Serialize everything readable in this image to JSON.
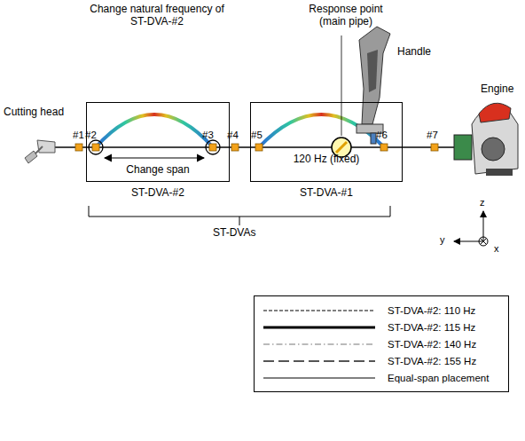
{
  "diagram": {
    "nodes": [
      {
        "text": [
          "Change span",
          "ST-DVA-#2"
        ]
      },
      {
        "text": [
          "120 Hz (fixed)",
          "ST-DVA-#1"
        ]
      }
    ],
    "labels": [
      "Response point (main pipe)",
      "Change natural frequency of ST-DVA-#2",
      "Handle",
      "Cutting head",
      "Engine",
      "#1",
      "#2",
      "#3",
      "#4",
      "#5",
      "#6",
      "#7",
      "ST-DVAs",
      "z",
      "y",
      "x"
    ],
    "legend": [
      {
        "text": "ST-DVA-#2: 110 Hz"
      },
      {
        "text": "ST-DVA-#2: 115 Hz"
      },
      {
        "text": "ST-DVA-#2: 140 Hz"
      },
      {
        "text": "ST-DVA-#2: 155 Hz"
      },
      {
        "text": "Equal-span placement"
      }
    ]
  }
}
